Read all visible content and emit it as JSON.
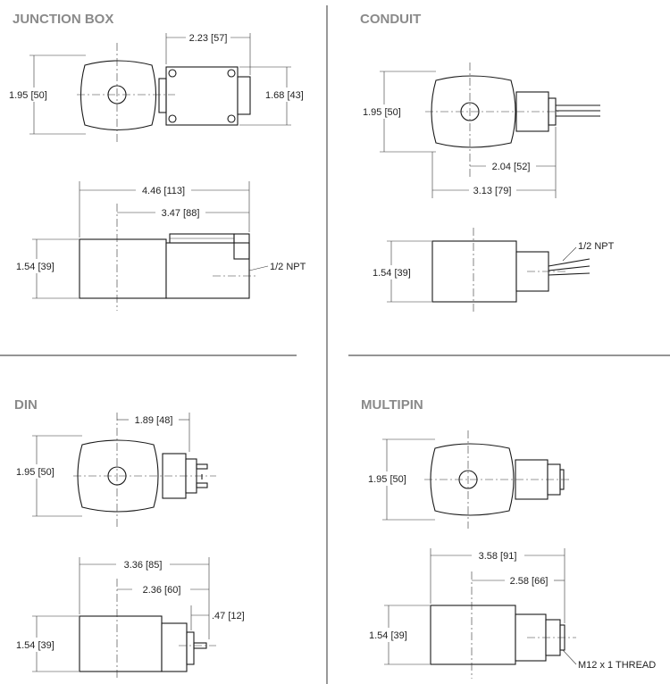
{
  "panels": {
    "junction_box": {
      "title": "JUNCTION BOX",
      "dims": {
        "top_width": "2.23 [57]",
        "top_height": "1.95 [50]",
        "box_height": "1.68 [43]",
        "overall_length": "4.46 [113]",
        "coil_to_end": "3.47 [88]",
        "side_height": "1.54 [39]",
        "npt": "1/2 NPT"
      }
    },
    "conduit": {
      "title": "CONDUIT",
      "dims": {
        "top_height": "1.95 [50]",
        "center_to_end": "2.04 [52]",
        "overall_length": "3.13 [79]",
        "side_height": "1.54 [39]",
        "npt": "1/2 NPT"
      }
    },
    "din": {
      "title": "DIN",
      "dims": {
        "center_to_end": "1.89 [48]",
        "top_height": "1.95 [50]",
        "overall_length": "3.36 [85]",
        "coil_to_end": "2.36 [60]",
        "pin_offset": ".47 [12]",
        "side_height": "1.54 [39]"
      }
    },
    "multipin": {
      "title": "MULTIPIN",
      "dims": {
        "top_height": "1.95 [50]",
        "overall_length": "3.58 [91]",
        "coil_to_end": "2.58 [66]",
        "side_height": "1.54 [39]",
        "thread": "M12 x 1 THREAD"
      }
    }
  }
}
